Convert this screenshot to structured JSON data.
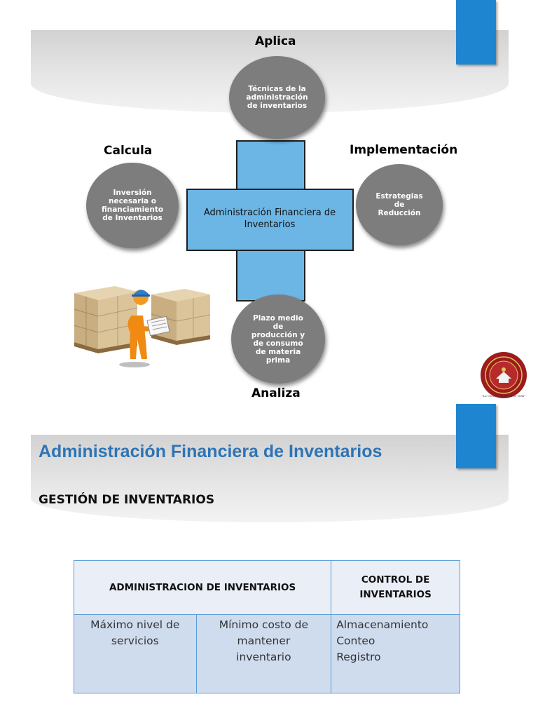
{
  "slide1": {
    "labels": {
      "aplica": "Aplica",
      "calcula": "Calcula",
      "implementacion": "Implementación",
      "analiza": "Analiza"
    },
    "circles": {
      "top": "Técnicas de la administración de inventarios",
      "left": "Inversión necesaria o financiamiento de Inventarios",
      "right": "Estrategias de Reducción",
      "bottom": "Plazo medio de producción y de consumo de materia prima"
    },
    "center": "Administración Financiera de Inventarios",
    "seal_caption": "\"La Ciencia sin Moral es Vana\"",
    "colors": {
      "accent_blue": "#1e86d0",
      "plus_fill": "#6cb6e6",
      "circle_grey": "#7d7d7d",
      "seal_red": "#9b1b1e"
    }
  },
  "slide2": {
    "title": "Administración Financiera de Inventarios",
    "subtitle": "GESTIÓN DE INVENTARIOS",
    "table": {
      "headers": [
        "ADMINISTRACION DE INVENTARIOS",
        "CONTROL DE INVENTARIOS"
      ],
      "cells": [
        "Máximo nivel de servicios",
        "Mínimo costo de mantener inventario",
        [
          "Almacenamiento",
          "Conteo",
          "Registro"
        ]
      ]
    },
    "colors": {
      "title_blue": "#2e74b5",
      "table_border": "#5b9bd5"
    }
  }
}
